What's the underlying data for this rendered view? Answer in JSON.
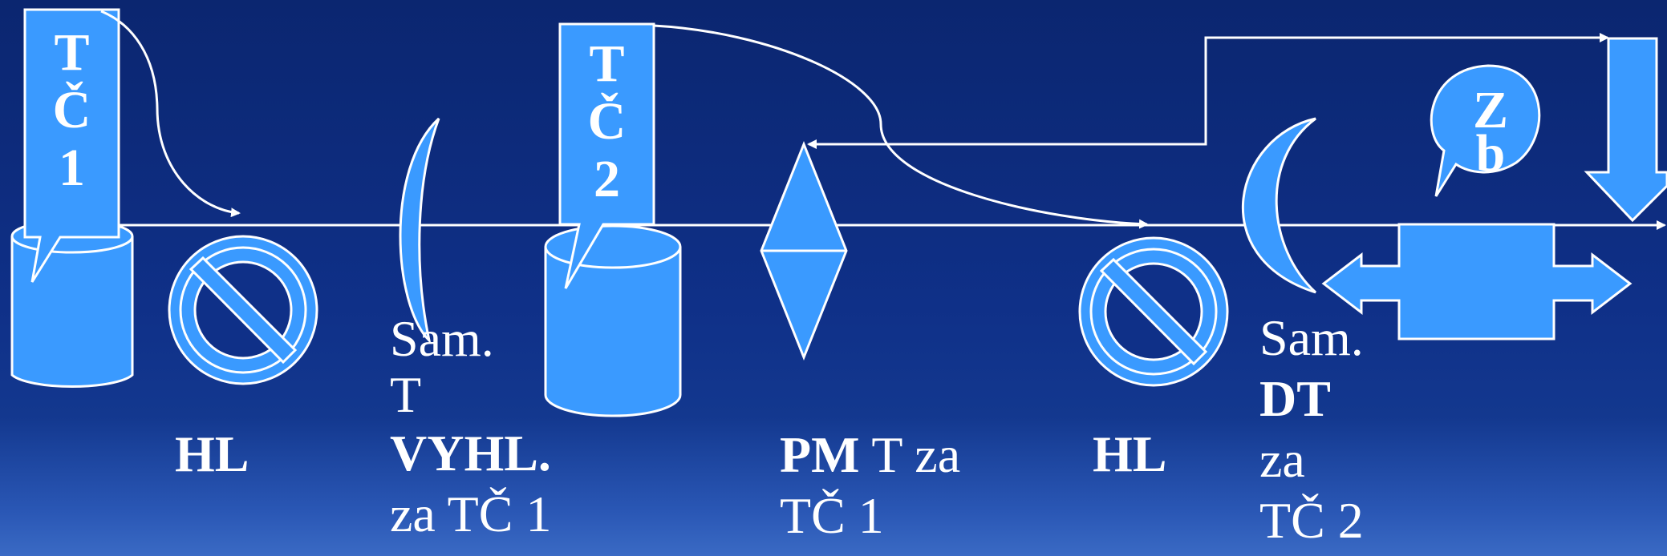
{
  "colors": {
    "fill": "#3a9aff",
    "stroke": "#ffffff",
    "text": "#ffffff"
  },
  "callouts": {
    "tc1": [
      "T",
      "Č",
      "1"
    ],
    "tc2": [
      "T",
      "Č",
      "2"
    ],
    "zb": [
      "Z",
      "b"
    ]
  },
  "labels": {
    "hl_left": "HL",
    "sam_t_vyhl": {
      "line1": "Sam.",
      "line2": "T",
      "line3": "VYHL.",
      "line4": "za TČ 1"
    },
    "pm": {
      "bold": "PM",
      "rest": " T za",
      "line2": "TČ 1"
    },
    "hl_right": "HL",
    "sam_dt": {
      "line1": "Sam.",
      "line2": "DT",
      "line3": "za",
      "line4": "TČ 2"
    }
  }
}
